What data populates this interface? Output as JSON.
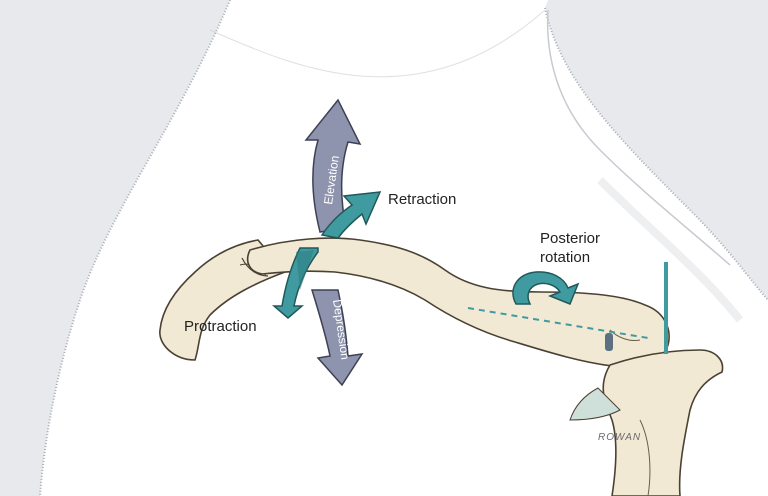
{
  "labels": {
    "elevation": "Elevation",
    "depression": "Depression",
    "retraction": "Retraction",
    "protraction": "Protraction",
    "posterior_rotation_line1": "Posterior",
    "posterior_rotation_line2": "rotation"
  },
  "signature": "ROWAN",
  "colors": {
    "bone": "#f1e9d4",
    "bone_outline": "#4a4133",
    "skin_stipple": "#b9bdc4",
    "elevation_arrow": "#8e93ae",
    "depression_arrow": "#8e93ae",
    "retraction_arrow": "#3f9ba0",
    "protraction_arrow": "#3f9ba0",
    "rotation_arrow": "#3f9ba0",
    "axis_dashed_line": "#3f9ba0",
    "axis_pin": "#3f9ba0"
  },
  "icons": {
    "elevation": "up-arrow",
    "depression": "down-arrow",
    "retraction": "up-right-arrow",
    "protraction": "down-left-arrow",
    "posterior_rotation": "curved-rotation-arrow"
  }
}
